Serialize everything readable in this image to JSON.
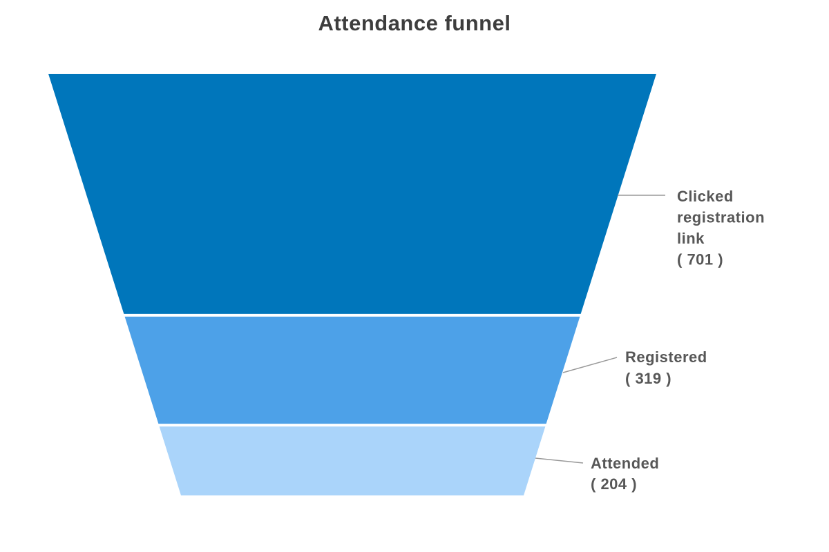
{
  "chart_data": {
    "type": "funnel",
    "title": "Attendance funnel",
    "stages": [
      {
        "label": "Clicked registration link",
        "label_lines": [
          "Clicked",
          "registration",
          "link"
        ],
        "value": 701,
        "value_display": "( 701 )",
        "color": "#0076BB"
      },
      {
        "label": "Registered",
        "label_lines": [
          "Registered"
        ],
        "value": 319,
        "value_display": "( 319 )",
        "color": "#4DA1E8"
      },
      {
        "label": "Attended",
        "label_lines": [
          "Attended"
        ],
        "value": 204,
        "value_display": "( 204 )",
        "color": "#AAD4FA"
      }
    ],
    "layout": {
      "label_position": "right",
      "sort": "descending",
      "legend": "none",
      "grid": "off"
    },
    "label_color": "#575757",
    "connector_color": "#999999",
    "title_color": "#3d3d3d",
    "background": "#FFFFFF"
  }
}
